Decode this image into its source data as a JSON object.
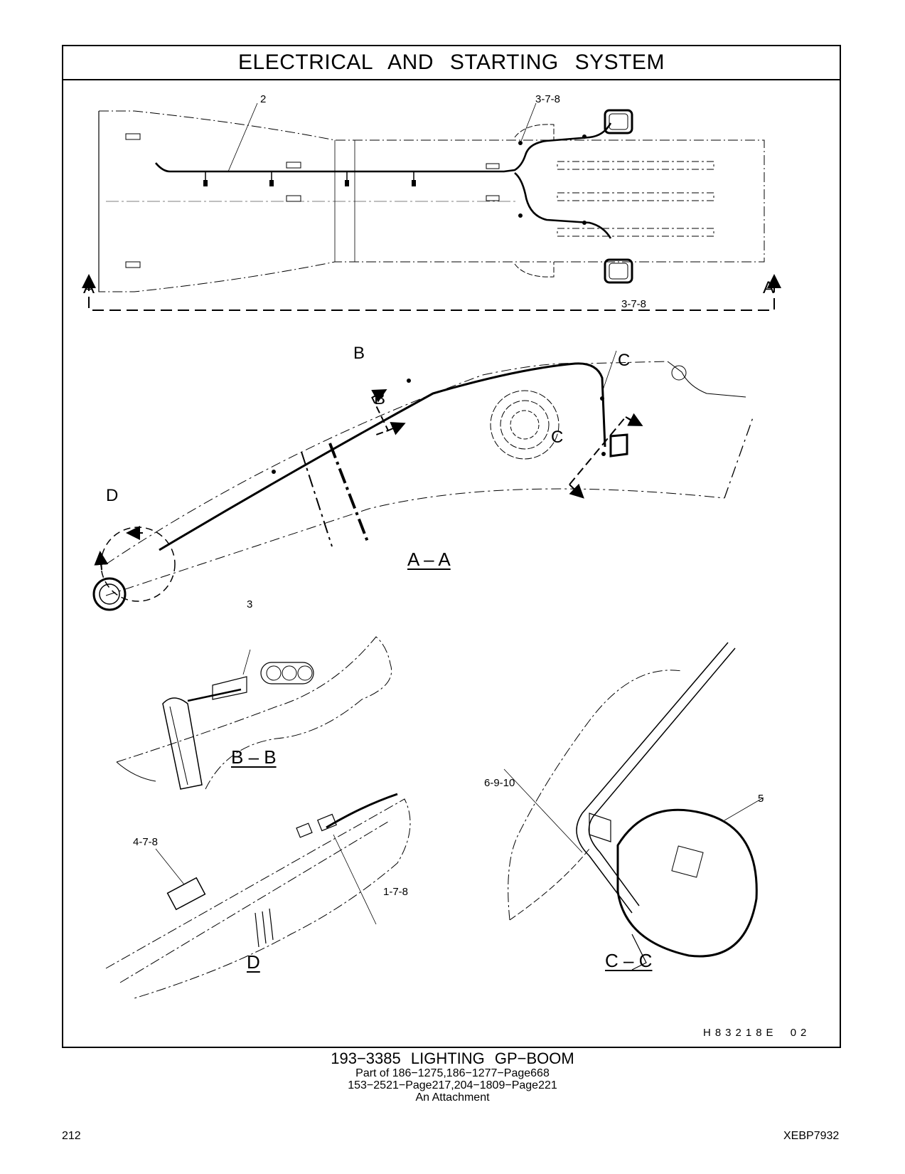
{
  "header": {
    "title": "ELECTRICAL AND STARTING SYSTEM"
  },
  "callouts": {
    "top_harness": "2",
    "top_lamp_parts": "3-7-8",
    "aa_lamp_parts": "3-7-8",
    "bb_clip": "3",
    "d_clip_a": "4-7-8",
    "d_clip_b": "1-7-8",
    "cc_mount": "6-9-10",
    "cc_lamp": "5"
  },
  "cut_labels": {
    "a": "A",
    "b": "B",
    "c": "C",
    "d": "D"
  },
  "section_titles": {
    "aa": "A – A",
    "bb": "B – B",
    "d": "D",
    "cc": "C – C"
  },
  "drawing_id": "H83218E 02",
  "caption": {
    "title": "193−3385 LIGHTING GP−BOOM",
    "line1": "Part of 186−1275,186−1277−Page668",
    "line2": "153−2521−Page217,204−1809−Page221",
    "line3": "An Attachment"
  },
  "footer": {
    "page_number": "212",
    "doc_code": "XEBP7932"
  }
}
